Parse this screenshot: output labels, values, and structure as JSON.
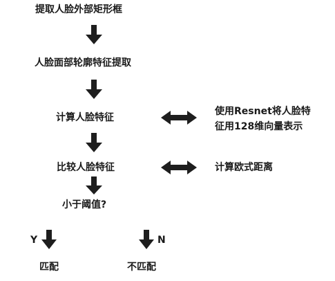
{
  "steps": {
    "step1": "提取人脸外部矩形框",
    "step2": "人脸面部轮廓特征提取",
    "step3": "计算人脸特征",
    "step4": "比较人脸特征",
    "decision": "小于阈值?"
  },
  "notes": {
    "note1_line1": "使用Resnet将人脸特",
    "note1_line2": "征用128维向量表示",
    "note2": "计算欧式距离"
  },
  "branches": {
    "yes_label": "Y",
    "no_label": "N",
    "match": "匹配",
    "no_match": "不匹配"
  },
  "colors": {
    "arrow": "#1e1e1e",
    "text": "#1a1a1a"
  }
}
